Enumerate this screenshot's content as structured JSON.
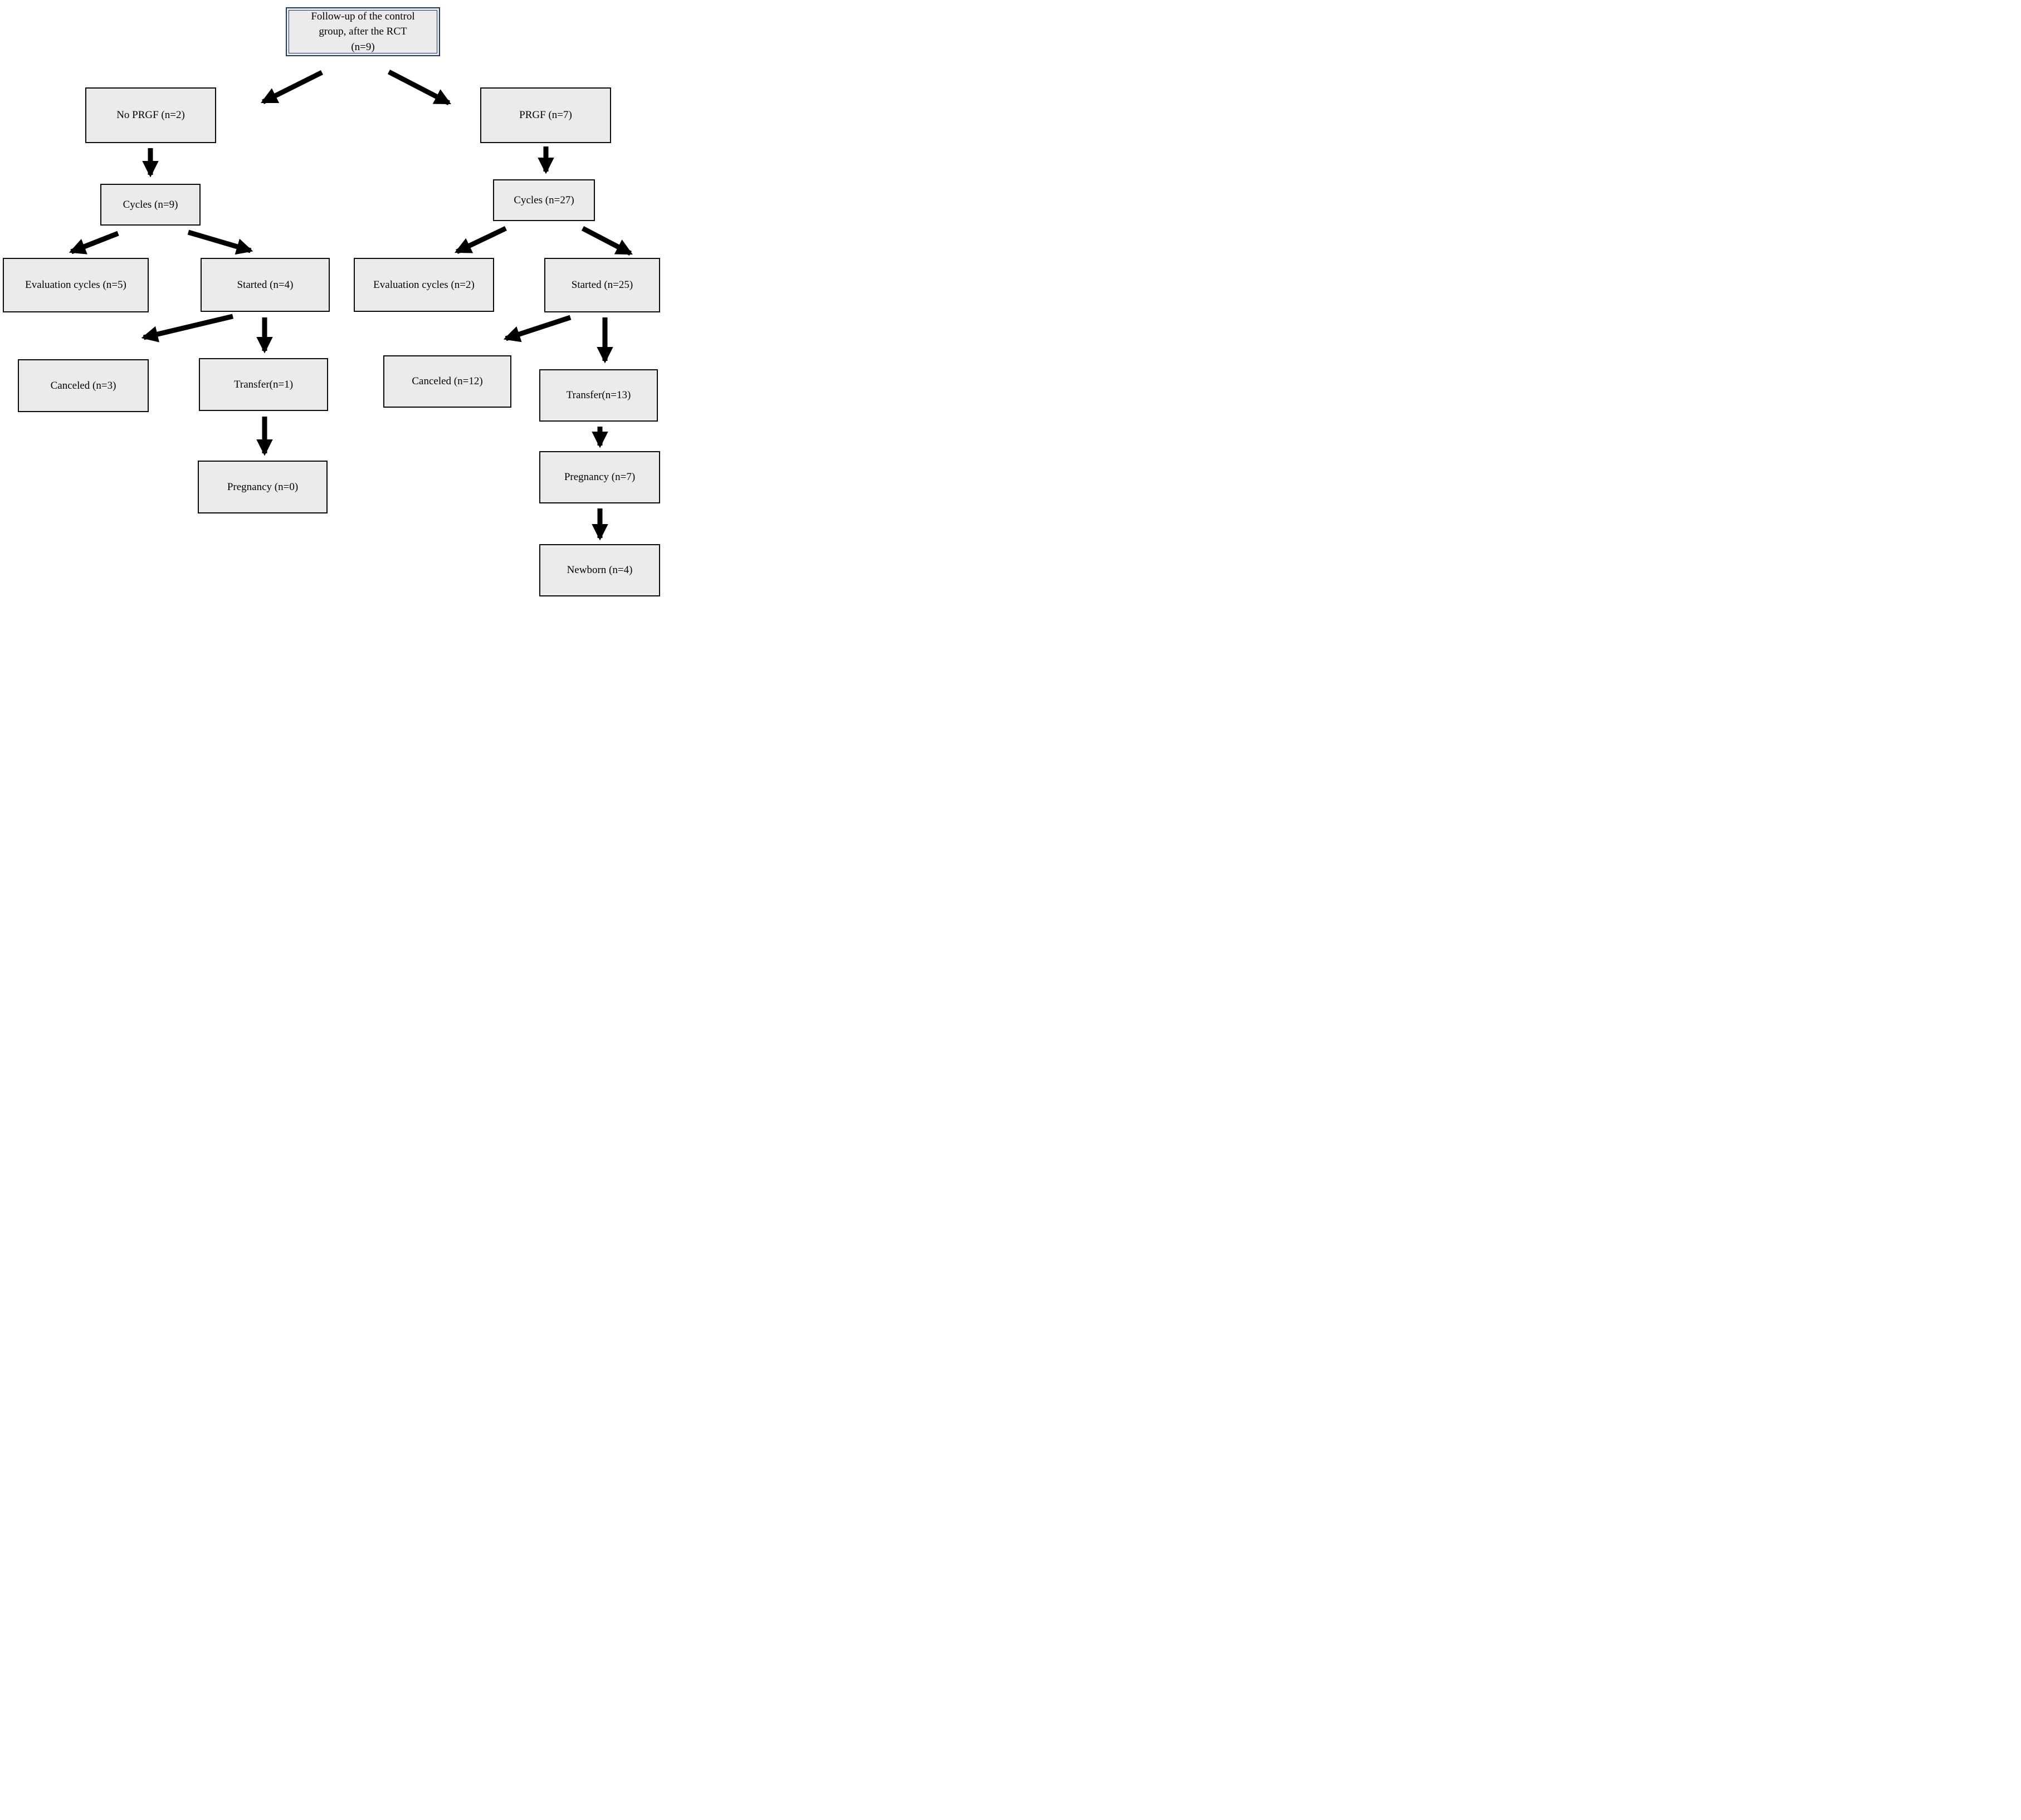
{
  "figure": {
    "type": "flowchart",
    "title": "Follow-up of the control group, after the RCT (n=9)",
    "colors": {
      "box_fill": "#EBEBEB",
      "box_border": "#0A0A0A",
      "root_box_border": "#1F3A5F",
      "arrow": "#000000",
      "background": "#FFFFFF",
      "text": "#000000"
    },
    "nodes": {
      "top": {
        "label": "Follow-up of the control\ngroup, after the RCT\n(n=9)",
        "n": 9
      },
      "noprgf": {
        "label": "No PRGF (n=2)",
        "n": 2
      },
      "prgf": {
        "label": "PRGF (n=7)",
        "n": 7
      },
      "cycles9": {
        "label": "Cycles (n=9)",
        "n": 9
      },
      "cycles27": {
        "label": "Cycles (n=27)",
        "n": 27
      },
      "eval5": {
        "label": "Evaluation cycles (n=5)",
        "n": 5
      },
      "started4": {
        "label": "Started (n=4)",
        "n": 4
      },
      "eval2": {
        "label": "Evaluation cycles (n=2)",
        "n": 2
      },
      "started25": {
        "label": "Started (n=25)",
        "n": 25
      },
      "canceled3": {
        "label": "Canceled (n=3)",
        "n": 3
      },
      "transfer1": {
        "label": "Transfer(n=1)",
        "n": 1
      },
      "canceled12": {
        "label": "Canceled (n=12)",
        "n": 12
      },
      "transfer13": {
        "label": "Transfer(n=13)",
        "n": 13
      },
      "pregnancy0": {
        "label": "Pregnancy (n=0)",
        "n": 0
      },
      "pregnancy7": {
        "label": "Pregnancy (n=7)",
        "n": 7
      },
      "newborn4": {
        "label": "Newborn (n=4)",
        "n": 4
      }
    },
    "edges": [
      {
        "from": "top",
        "to": "noprgf"
      },
      {
        "from": "top",
        "to": "prgf"
      },
      {
        "from": "noprgf",
        "to": "cycles9"
      },
      {
        "from": "prgf",
        "to": "cycles27"
      },
      {
        "from": "cycles9",
        "to": "eval5"
      },
      {
        "from": "cycles9",
        "to": "started4"
      },
      {
        "from": "cycles27",
        "to": "eval2"
      },
      {
        "from": "cycles27",
        "to": "started25"
      },
      {
        "from": "started4",
        "to": "canceled3"
      },
      {
        "from": "started4",
        "to": "transfer1"
      },
      {
        "from": "started25",
        "to": "canceled12"
      },
      {
        "from": "started25",
        "to": "transfer13"
      },
      {
        "from": "transfer1",
        "to": "pregnancy0"
      },
      {
        "from": "transfer13",
        "to": "pregnancy7"
      },
      {
        "from": "pregnancy7",
        "to": "newborn4"
      }
    ]
  }
}
